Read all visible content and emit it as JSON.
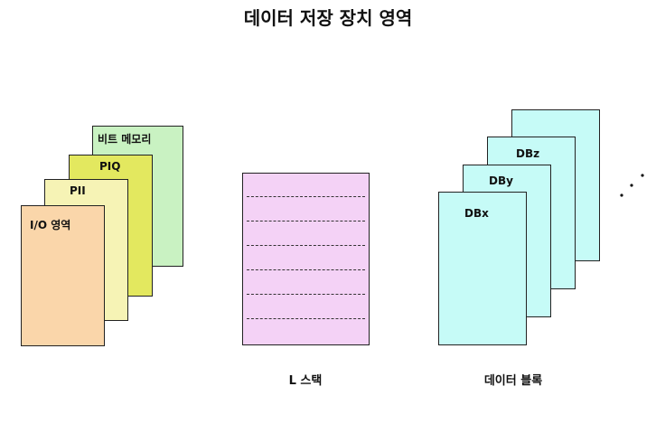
{
  "title": "데이터 저장 장치 영역",
  "memory_areas": {
    "bit_memory": {
      "label": "비트 메모리",
      "color": "#c9f2c2"
    },
    "piq": {
      "label": "PIQ",
      "color": "#e3e85f"
    },
    "pii": {
      "label": "PII",
      "color": "#f6f3b5"
    },
    "io_area": {
      "label": "I/O 영역",
      "color": "#fad6aa"
    }
  },
  "l_stack": {
    "caption": "L 스택",
    "color": "#f4d2f6"
  },
  "data_blocks": {
    "caption": "데이터 블록",
    "color": "#c6fbf7",
    "items": [
      "DBz",
      "DBy",
      "DBx"
    ],
    "continuation": "..."
  }
}
